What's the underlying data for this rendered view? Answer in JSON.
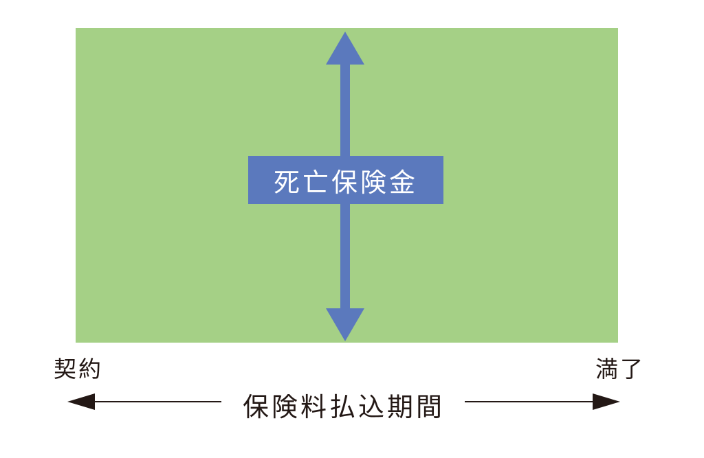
{
  "diagram": {
    "benefit_label": "死亡保険金",
    "start_label": "契約",
    "end_label": "満了",
    "period_label": "保険料払込期間"
  },
  "colors": {
    "coverage_fill": "#a5d086",
    "benefit_accent": "#5b79bd",
    "text": "#231815",
    "timeline": "#231815"
  }
}
